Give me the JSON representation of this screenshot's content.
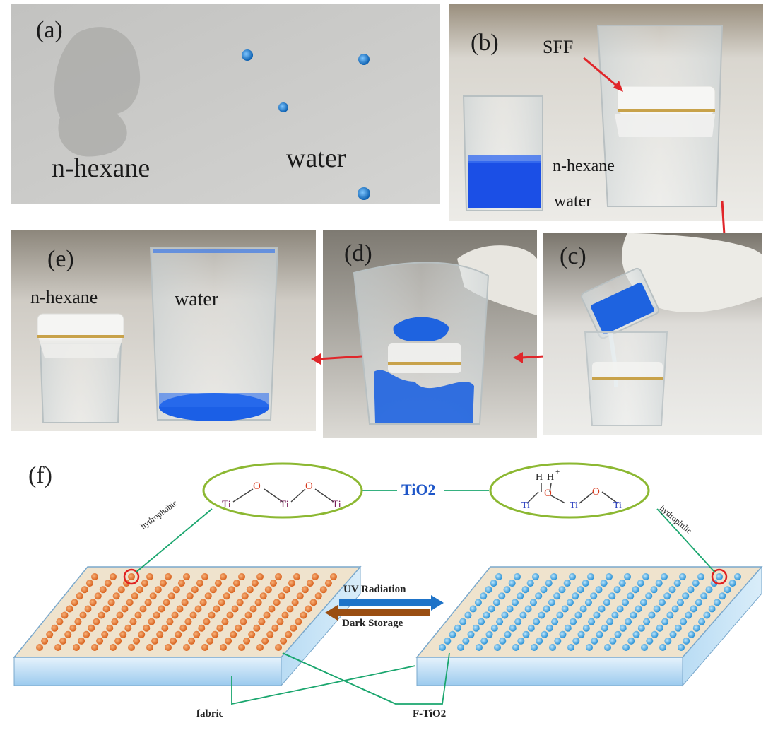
{
  "panels": {
    "a": {
      "letter": "(a)",
      "left_text": "n-hexane",
      "right_text": "water"
    },
    "b": {
      "letter": "(b)",
      "pointer": "SFF",
      "upper_liquid": "n-hexane",
      "lower_liquid": "water"
    },
    "c": {
      "letter": "(c)"
    },
    "d": {
      "letter": "(d)"
    },
    "e": {
      "letter": "(e)",
      "left_text": "n-hexane",
      "right_text": "water"
    }
  },
  "schematic": {
    "letter": "(f)",
    "center_label": "TiO2",
    "left_side_label": "hydrophobic",
    "right_side_label": "hydrophilic",
    "arrow_forward": "UV Radiation",
    "arrow_back": "Dark Storage",
    "bottom_left_label": "fabric",
    "bottom_right_label": "F-TiO2",
    "left_molecule": {
      "atoms": [
        "Ti",
        "O",
        "Ti",
        "O",
        "Ti"
      ]
    },
    "right_molecule": {
      "atoms": [
        "H",
        "H",
        "+",
        "O",
        "Ti",
        "Ti",
        "O",
        "Ti"
      ]
    }
  },
  "colors": {
    "blue_liquid": "#1e63e0",
    "orange_dot": "#e0712a",
    "blue_dot": "#3aa0d8",
    "fabric_top": "#efe3cd",
    "slab_side": "#cfe6f7",
    "connector": "#1aa66e",
    "ellipse_stroke": "#8cb832",
    "red_arrow": "#e0262a"
  }
}
